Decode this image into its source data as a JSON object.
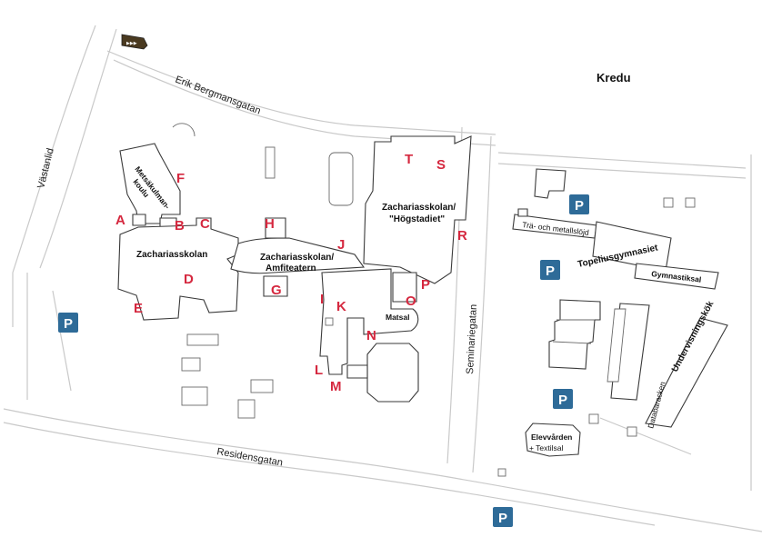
{
  "area_name": "Kredu",
  "streets": {
    "erik": "Erik Bergmansgatan",
    "vastanlid": "Västanlid",
    "residens": "Residensgatan",
    "seminarie": "Seminariegatan"
  },
  "buildings": {
    "metsakulman": [
      "Metsäkulman-",
      "koulu"
    ],
    "zach": "Zachariasskolan",
    "amfi": [
      "Zachariasskolan/",
      "Amfiteatern"
    ],
    "hog": [
      "Zachariasskolan/",
      "\"Högstadiet\""
    ],
    "matsal": "Matsal",
    "tra": "Trä- och metallslöjd",
    "topelius": "Topeliusgymnasiet",
    "gymnastik": "Gymnastiksal",
    "undervisning": "Undervisningskök",
    "databaracken": "Databaracken",
    "elevvarden": [
      "Elevvården",
      "+ Textilsal"
    ]
  },
  "entrances": [
    "A",
    "B",
    "C",
    "E",
    "D",
    "F",
    "G",
    "H",
    "I",
    "J",
    "K",
    "L",
    "M",
    "N",
    "O",
    "P",
    "R",
    "S",
    "T"
  ],
  "parking_label": "P",
  "colors": {
    "entrance": "#d5283f",
    "parking": "#2e6b98",
    "road": "#c9c9c9",
    "building": "#3a3a3a"
  },
  "icons": [
    "entrance-arrow-icon"
  ]
}
